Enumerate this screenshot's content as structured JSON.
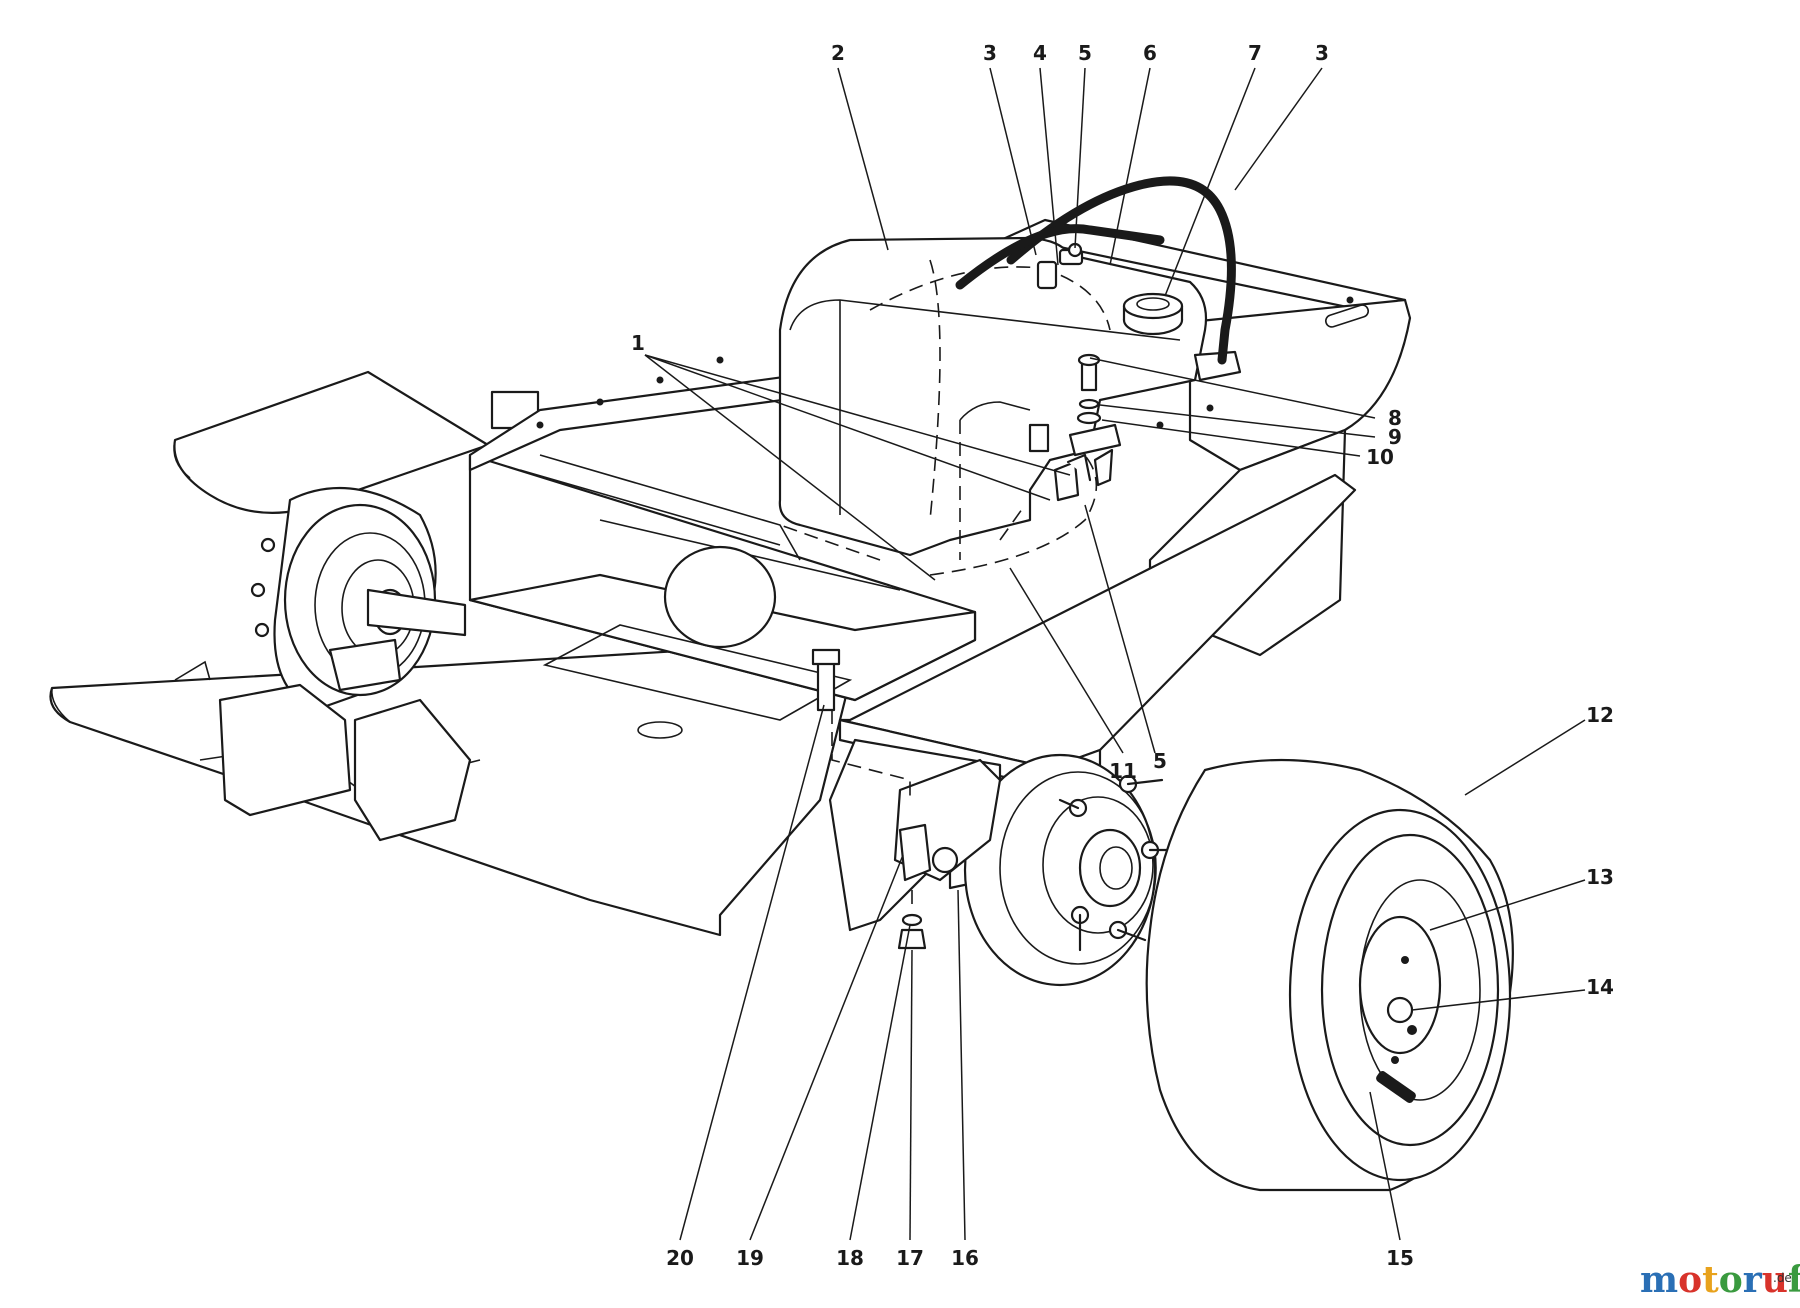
{
  "callouts": [
    {
      "id": "c2",
      "text": "2"
    },
    {
      "id": "c3a",
      "text": "3"
    },
    {
      "id": "c4",
      "text": "4"
    },
    {
      "id": "c5a",
      "text": "5"
    },
    {
      "id": "c6",
      "text": "6"
    },
    {
      "id": "c7",
      "text": "7"
    },
    {
      "id": "c3b",
      "text": "3"
    },
    {
      "id": "c1",
      "text": "1"
    },
    {
      "id": "c8",
      "text": "8"
    },
    {
      "id": "c9",
      "text": "9"
    },
    {
      "id": "c10",
      "text": "10"
    },
    {
      "id": "c11",
      "text": "11"
    },
    {
      "id": "c5b",
      "text": "5"
    },
    {
      "id": "c12",
      "text": "12"
    },
    {
      "id": "c13",
      "text": "13"
    },
    {
      "id": "c14",
      "text": "14"
    },
    {
      "id": "c15",
      "text": "15"
    },
    {
      "id": "c16",
      "text": "16"
    },
    {
      "id": "c17",
      "text": "17"
    },
    {
      "id": "c18",
      "text": "18"
    },
    {
      "id": "c19",
      "text": "19"
    },
    {
      "id": "c20",
      "text": "20"
    }
  ],
  "watermark": {
    "letters": [
      "m",
      "o",
      "t",
      "o",
      "r",
      "u",
      "f"
    ],
    "suffix": ".de",
    "colors": [
      "#2a6fb5",
      "#d8332b",
      "#e8a21c",
      "#3a9a3f",
      "#2a6fb5",
      "#d8332b",
      "#3a9a3f"
    ]
  }
}
